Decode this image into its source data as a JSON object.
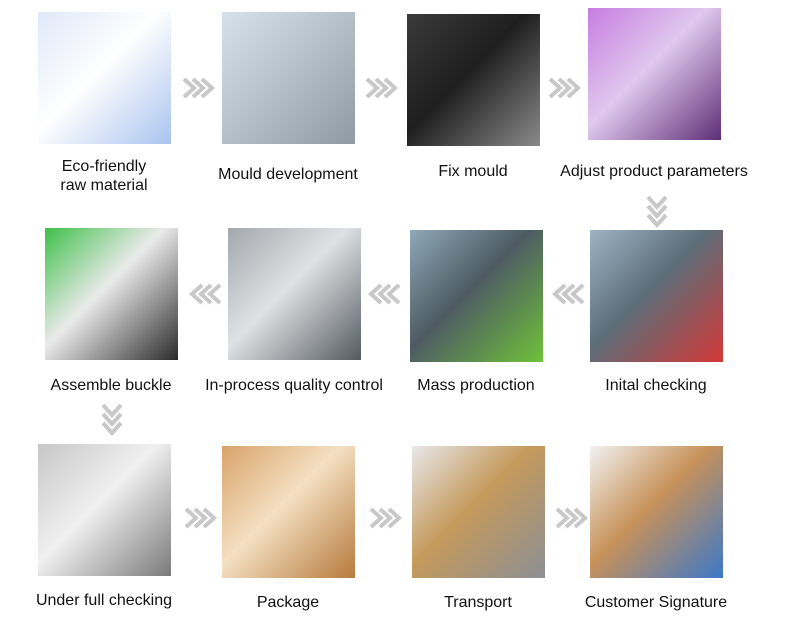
{
  "arrow_color": "#c8c8c8",
  "steps": [
    {
      "label": "Eco-friendly\nraw material",
      "colors": [
        "#dfe9f8",
        "#a9c4ef",
        "#ffffff"
      ]
    },
    {
      "label": "Mould development",
      "colors": [
        "#d6e1ea",
        "#8f9aa5",
        "#b9c3cb"
      ]
    },
    {
      "label": "Fix mould",
      "colors": [
        "#3a3a3a",
        "#8a8a8a",
        "#1e1e1e"
      ]
    },
    {
      "label": "Adjust product parameters",
      "colors": [
        "#c77de0",
        "#5e2e76",
        "#e0c8ee"
      ]
    },
    {
      "label": "Inital checking",
      "colors": [
        "#9db4c4",
        "#d43838",
        "#5c6d78"
      ]
    },
    {
      "label": "Mass production",
      "colors": [
        "#8fa9b8",
        "#6fc13a",
        "#4d5b63"
      ]
    },
    {
      "label": "In-process quality control",
      "colors": [
        "#a3a8ad",
        "#545a60",
        "#dfe2e4"
      ]
    },
    {
      "label": "Assemble buckle",
      "colors": [
        "#3fbf4a",
        "#2a2a2a",
        "#eaeaea"
      ]
    },
    {
      "label": "Under full checking",
      "colors": [
        "#c7c7c7",
        "#7a7a7a",
        "#f0f0f0"
      ]
    },
    {
      "label": "Package",
      "colors": [
        "#d9a36a",
        "#b77a3c",
        "#f4e0c2"
      ]
    },
    {
      "label": "Transport",
      "colors": [
        "#e8e8ea",
        "#8d8f94",
        "#c59a5c"
      ]
    },
    {
      "label": "Customer Signature",
      "colors": [
        "#f2f2f2",
        "#3c78c8",
        "#c8925a"
      ]
    }
  ]
}
